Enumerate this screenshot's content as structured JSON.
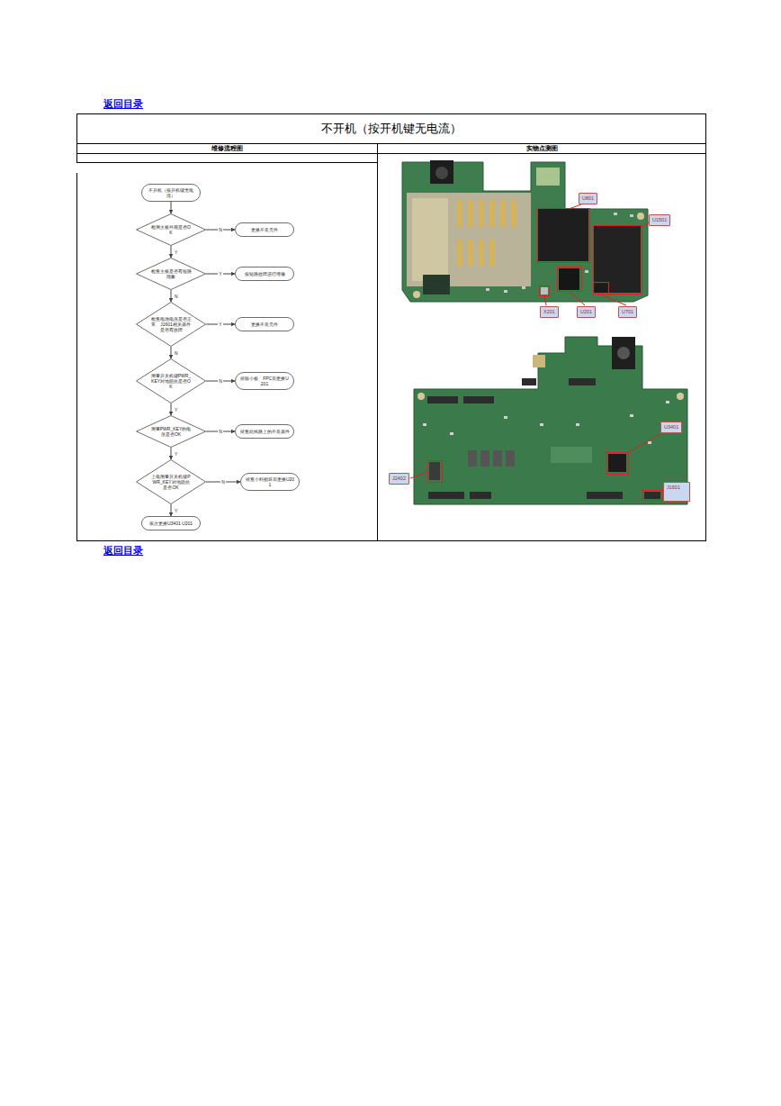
{
  "diagram": {
    "title": "不开机（按开机键无电流）",
    "nodes": [
      {
        "text": [
          "不开机（按开机键无电流）"
        ]
      },
      {
        "text": [
          "检测主板外观是否OK"
        ]
      },
      {
        "text": [
          "更换不良元件"
        ]
      },
      {
        "text": [
          "检查主板是否有短路现象"
        ]
      },
      {
        "text": [
          "按短路故障进行维修"
        ]
      },
      {
        "text": [
          "检查电池电压是否正常、J1601相关器件是否有故障"
        ]
      },
      {
        "text": [
          "更换不良元件"
        ]
      },
      {
        "text": [
          "测量开关机键PWR_KEY对地阻抗是否OK"
        ]
      },
      {
        "text": [
          "排除小板、FPC后更换U201"
        ]
      },
      {
        "text": [
          "测量PWR_KEY的电压是否OK"
        ]
      },
      {
        "text": [
          "排查此线路上的不良器件"
        ]
      },
      {
        "text": [
          "上电测量开关机键PWR_KEY对地阻抗是否OK"
        ]
      },
      {
        "text": [
          "排查小料损坏后更换U201"
        ]
      },
      {
        "text": [
          "依次更换U3401 U201"
        ]
      }
    ],
    "edges": [
      {
        "from": 0,
        "to": 1,
        "arrow": "to"
      },
      {
        "from": 1,
        "to": 2,
        "label": "N",
        "arrow": "to"
      },
      {
        "from": 1,
        "to": 3,
        "label": "Y",
        "arrow": "to"
      },
      {
        "from": 3,
        "to": 4,
        "label": "Y",
        "arrow": "to"
      },
      {
        "from": 3,
        "to": 5,
        "label": "N",
        "arrow": "to"
      },
      {
        "from": 5,
        "to": 6,
        "label": "Y",
        "arrow": "to"
      },
      {
        "from": 5,
        "to": 7,
        "label": "N",
        "arrow": "to"
      },
      {
        "from": 7,
        "to": 8,
        "label": "N",
        "arrow": "to"
      },
      {
        "from": 7,
        "to": 9,
        "label": "Y",
        "arrow": "to"
      },
      {
        "from": 9,
        "to": 10,
        "label": "N",
        "arrow": "to"
      },
      {
        "from": 9,
        "to": 11,
        "label": "Y",
        "arrow": "to"
      },
      {
        "from": 11,
        "to": 12,
        "label": "N",
        "arrow": "to"
      },
      {
        "from": 11,
        "to": 13,
        "label": "Y",
        "arrow": "to"
      }
    ],
    "labels": [
      "返回目录",
      "维修流程图",
      "实物点测图",
      "U801",
      "U1501",
      "X201",
      "U201",
      "U701",
      "U3401",
      "J2402",
      "J1601",
      "返回目录"
    ]
  }
}
